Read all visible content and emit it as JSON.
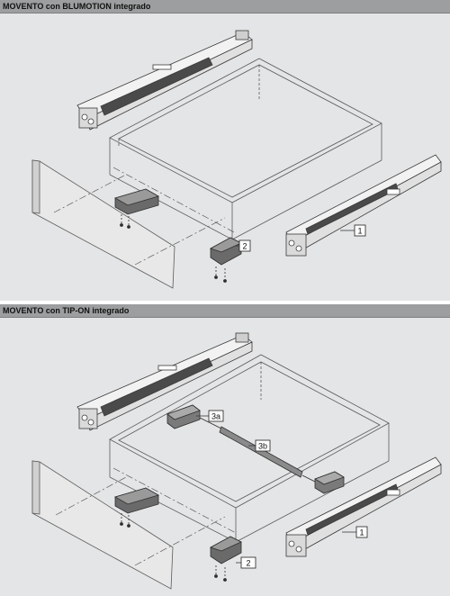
{
  "sections": [
    {
      "title": "MOVENTO con BLUMOTION integrado",
      "callouts": [
        "1",
        "2"
      ]
    },
    {
      "title": "MOVENTO con TIP-ON integrado",
      "callouts": [
        "1",
        "2",
        "3a",
        "3b"
      ]
    }
  ],
  "colors": {
    "panel_bg": "#e4e5e6",
    "header_bg": "#9c9e9f",
    "line": "#3a3a3a",
    "runner_fill": "#f2f2f2",
    "dark_part": "#4a4a4a"
  }
}
